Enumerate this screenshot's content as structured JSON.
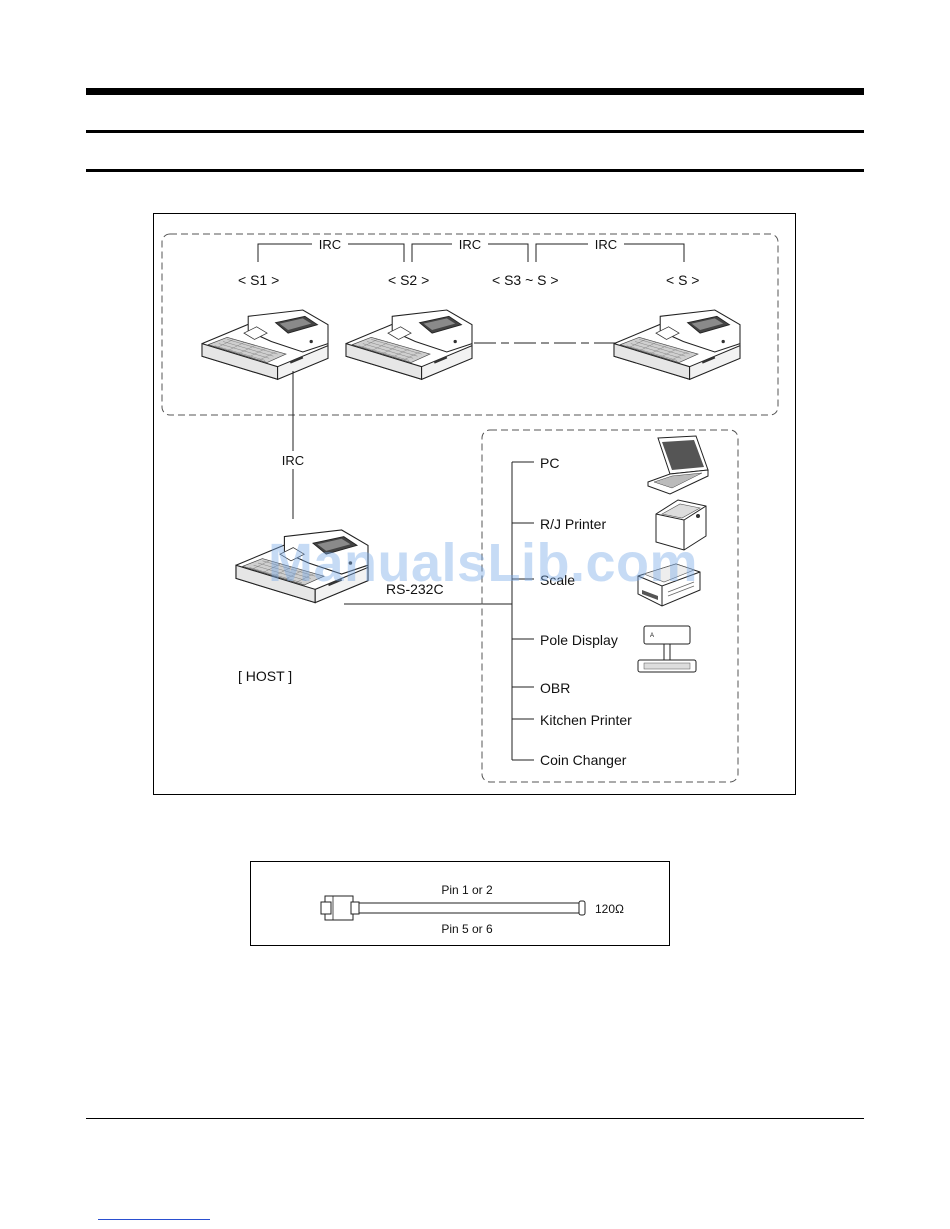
{
  "network": {
    "link_label": "IRC",
    "stations": [
      {
        "label": "< S1 >"
      },
      {
        "label": "< S2 >"
      },
      {
        "label": "< S3 ~ S    >"
      },
      {
        "label": "< S    >"
      }
    ],
    "host_label": "[ HOST ]",
    "serial_label": "RS-232C"
  },
  "peripherals": [
    {
      "label": "PC",
      "icon": "laptop-icon"
    },
    {
      "label": "R/J Printer",
      "icon": "receipt-printer-icon"
    },
    {
      "label": "Scale",
      "icon": "scale-icon"
    },
    {
      "label": "Pole Display",
      "icon": "pole-display-icon"
    },
    {
      "label": "OBR"
    },
    {
      "label": "Kitchen Printer"
    },
    {
      "label": "Coin Changer"
    }
  ],
  "cable": {
    "top_label": "Pin 1 or 2",
    "bottom_label": "Pin 5 or 6",
    "terminator_label": "120Ω"
  },
  "watermark": "ManualsLib.com",
  "colors": {
    "watermark": "#78aae6",
    "link": "#2a4fd0"
  }
}
